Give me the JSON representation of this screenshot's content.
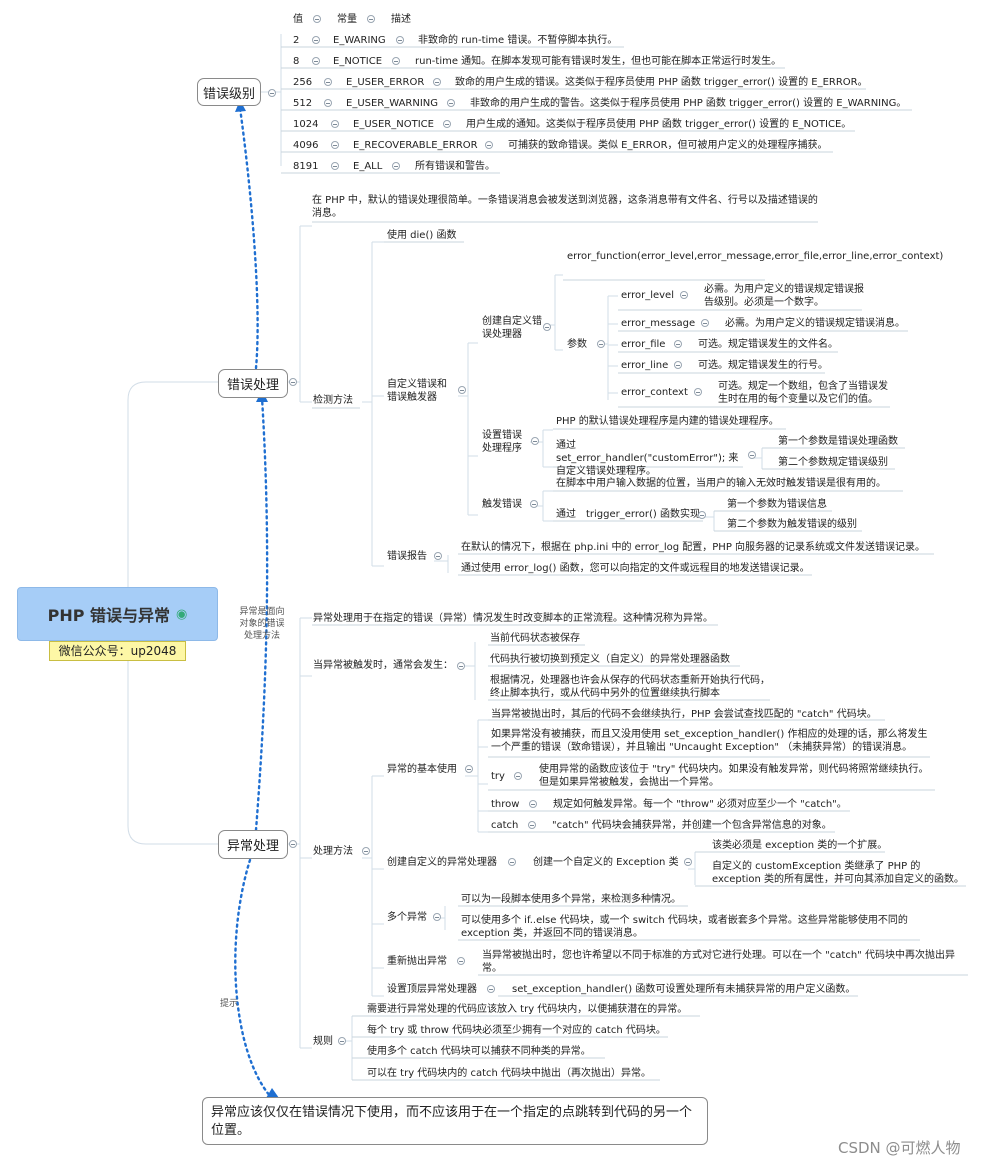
{
  "root": {
    "title": "PHP 错误与异常",
    "globe_icon": "globe-icon"
  },
  "wechat": "微信公众号：up2048",
  "watermark": "CSDN @可燃人物",
  "edge_labels": {
    "exception_label": "异常是面向对象的错误处理方法",
    "tip_label": "提示"
  },
  "tip_box": "异常应该仅仅在错误情况下使用，而不应该用于在一个指定的点跳转到代码的另一个位置。",
  "levels": {
    "title": "错误级别",
    "headers": [
      "值",
      "常量",
      "描述"
    ],
    "rows": [
      {
        "value": "2",
        "constant": "E_WARING",
        "desc": "非致命的 run-time 错误。不暂停脚本执行。"
      },
      {
        "value": "8",
        "constant": "E_NOTICE",
        "desc": "run-time 通知。在脚本发现可能有错误时发生，但也可能在脚本正常运行时发生。"
      },
      {
        "value": "256",
        "constant": "E_USER_ERROR",
        "desc": "致命的用户生成的错误。这类似于程序员使用 PHP 函数 trigger_error() 设置的 E_ERROR。"
      },
      {
        "value": "512",
        "constant": "E_USER_WARNING",
        "desc": "非致命的用户生成的警告。这类似于程序员使用 PHP 函数 trigger_error() 设置的 E_WARNING。"
      },
      {
        "value": "1024",
        "constant": "E_USER_NOTICE",
        "desc": "用户生成的通知。这类似于程序员使用 PHP 函数 trigger_error() 设置的 E_NOTICE。"
      },
      {
        "value": "4096",
        "constant": "E_RECOVERABLE_ERROR",
        "desc": "可捕获的致命错误。类似 E_ERROR，但可被用户定义的处理程序捕获。"
      },
      {
        "value": "8191",
        "constant": "E_ALL",
        "desc": "所有错误和警告。"
      }
    ]
  },
  "error_handling": {
    "title": "错误处理",
    "intro": "在 PHP 中，默认的错误处理很简单。一条错误消息会被发送到浏览器，这条消息带有文件名、行号以及描述错误的消息。",
    "detect": "检测方法",
    "use_die": "使用 die() 函数",
    "custom": "自定义错误和错误触发器",
    "create_handler": "创建自定义错误处理器",
    "signature": "error_function(error_level,error_message,error_file,error_line,error_context)",
    "params": "参数",
    "param_items": [
      {
        "name": "error_level",
        "desc": "必需。为用户定义的错误规定错误报告级别。必须是一个数字。"
      },
      {
        "name": "error_message",
        "desc": "必需。为用户定义的错误规定错误消息。"
      },
      {
        "name": "error_file",
        "desc": "可选。规定错误发生的文件名。"
      },
      {
        "name": "error_line",
        "desc": "可选。规定错误发生的行号。"
      },
      {
        "name": "error_context",
        "desc": "可选。规定一个数组，包含了当错误发生时在用的每个变量以及它们的值。"
      }
    ],
    "set_handler": "设置错误处理程序",
    "default_handler": "PHP 的默认错误处理程序是内建的错误处理程序。",
    "set_handler_desc": "通过 set_error_handler(\"customError\"); 来自定义错误处理程序。",
    "first_param": "第一个参数是错误处理函数",
    "second_param": "第二个参数规定错误级别",
    "trigger": "触发错误",
    "trigger_desc": "在脚本中用户输入数据的位置，当用户的输入无效时触发错误是很有用的。",
    "trigger_func": "通过　trigger_error() 函数实现",
    "trigger_p1": "第一个参数为错误信息",
    "trigger_p2": "第二个参数为触发错误的级别",
    "report": "错误报告",
    "report_1": "在默认的情况下，根据在 php.ini 中的 error_log 配置，PHP 向服务器的记录系统或文件发送错误记录。",
    "report_2": "通过使用 error_log() 函数，您可以向指定的文件或远程目的地发送错误记录。"
  },
  "exception_handling": {
    "title": "异常处理",
    "intro": "异常处理用于在指定的错误（异常）情况发生时改变脚本的正常流程。这种情况称为异常。",
    "when": "当异常被触发时，通常会发生：",
    "when_items": [
      "当前代码状态被保存",
      "代码执行被切换到预定义（自定义）的异常处理器函数",
      "根据情况，处理器也许会从保存的代码状态重新开始执行代码，终止脚本执行，或从代码中另外的位置继续执行脚本"
    ],
    "method": "处理方法",
    "basic": "异常的基本使用",
    "basic_1": "当异常被抛出时，其后的代码不会继续执行，PHP 会尝试查找匹配的 \"catch\" 代码块。",
    "basic_2": "如果异常没有被捕获，而且又没用使用 set_exception_handler() 作相应的处理的话，那么将发生一个严重的错误（致命错误），并且输出 \"Uncaught Exception\" （未捕获异常）的错误消息。",
    "try": "try",
    "try_desc": "使用异常的函数应该位于 \"try\" 代码块内。如果没有触发异常，则代码将照常继续执行。但是如果异常被触发，会抛出一个异常。",
    "throw": "throw",
    "throw_desc": "规定如何触发异常。每一个 \"throw\" 必须对应至少一个 \"catch\"。",
    "catch": "catch",
    "catch_desc": "\"catch\" 代码块会捕获异常，并创建一个包含异常信息的对象。",
    "custom": "创建自定义的异常处理器",
    "custom_class": "创建一个自定义的 Exception 类",
    "custom_1": "该类必须是 exception 类的一个扩展。",
    "custom_2": "自定义的 customException 类继承了 PHP 的 exception 类的所有属性，并可向其添加自定义的函数。",
    "multi": "多个异常",
    "multi_1": "可以为一段脚本使用多个异常，来检测多种情况。",
    "multi_2": "可以使用多个 if..else 代码块，或一个 switch 代码块，或者嵌套多个异常。这些异常能够使用不同的 exception 类，并返回不同的错误消息。",
    "rethrow": "重新抛出异常",
    "rethrow_desc": "当异常被抛出时，您也许希望以不同于标准的方式对它进行处理。可以在一个 \"catch\" 代码块中再次抛出异常。",
    "top": "设置顶层异常处理器",
    "top_desc": "set_exception_handler() 函数可设置处理所有未捕获异常的用户定义函数。",
    "rules": "规则",
    "rules_items": [
      "需要进行异常处理的代码应该放入 try 代码块内，以便捕获潜在的异常。",
      "每个 try 或 throw 代码块必须至少拥有一个对应的 catch 代码块。",
      "使用多个 catch 代码块可以捕获不同种类的异常。",
      "可以在 try 代码块内的 catch 代码块中抛出（再次抛出）异常。"
    ]
  }
}
